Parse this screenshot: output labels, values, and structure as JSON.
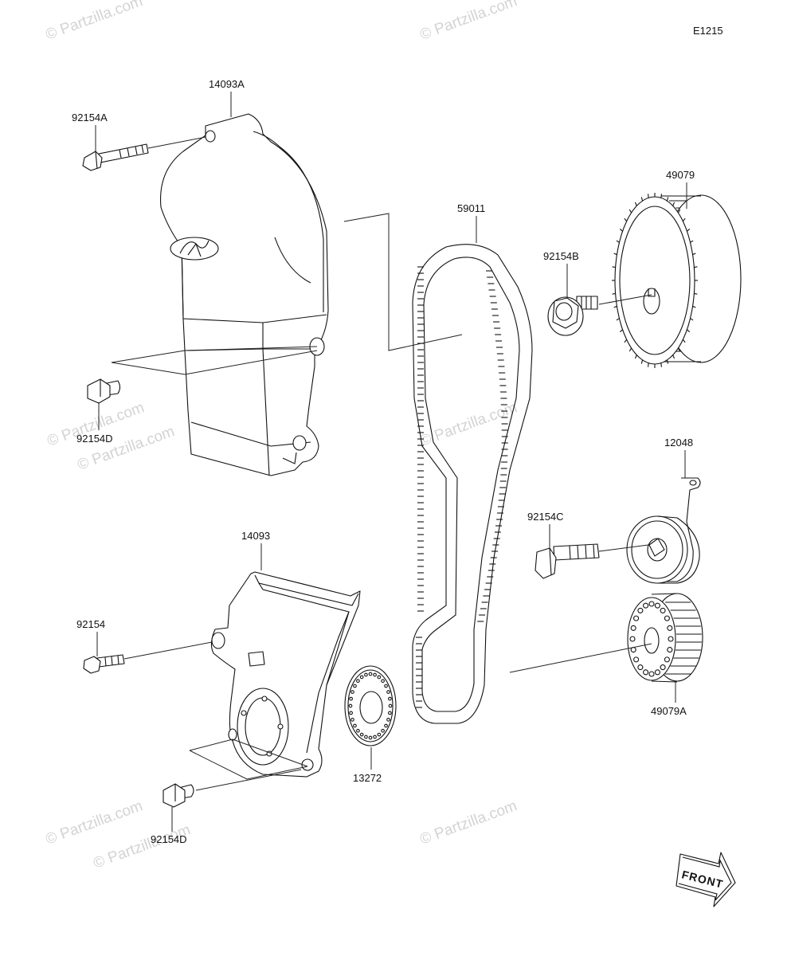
{
  "diagram_code": "E1215",
  "parts": {
    "cover_upper": "14093A",
    "cover_lower": "14093",
    "belt": "59011",
    "cam_pulley": "49079",
    "crank_pulley": "49079A",
    "tensioner": "12048",
    "bolt_a": "92154A",
    "bolt_b": "92154B",
    "bolt_c": "92154C",
    "bolt_plain": "92154",
    "bolt_d_upper": "92154D",
    "bolt_d_lower": "92154D",
    "plate": "13272"
  },
  "front_label": "FRONT",
  "watermarks": [
    "© Partzilla.com",
    "© Partzilla.com",
    "© Partzilla.com",
    "© Partzilla.com",
    "© Partzilla.com",
    "© Partzilla.com",
    "© Partzilla.com",
    "© Partzilla.com"
  ]
}
